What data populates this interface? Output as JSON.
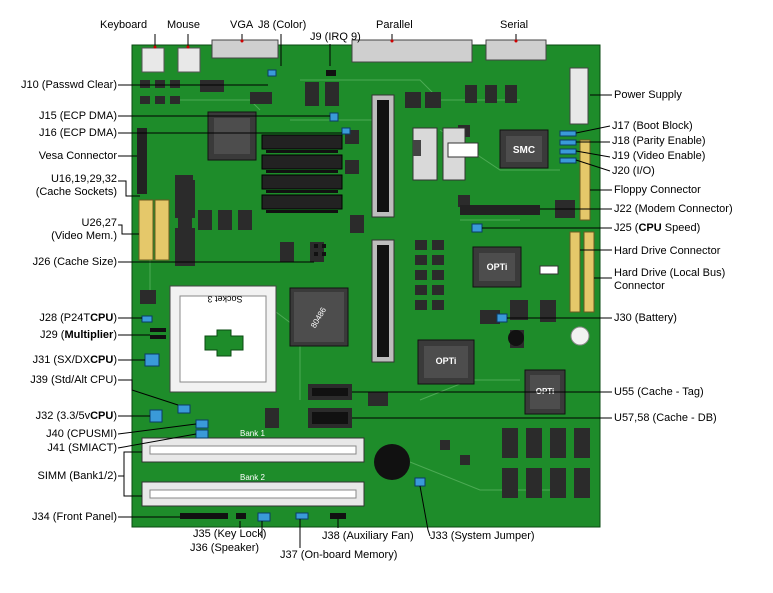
{
  "colors": {
    "board": "#1e8c2a",
    "chip": "#2b2b2b",
    "leader": "#000000",
    "jumper": "#3a9ad9",
    "bullet": "#cc0000",
    "white": "#ffffff"
  },
  "chips": {
    "smc": "SMC",
    "opti": "OPTi",
    "cpu": "80486",
    "socket": "Socket 3"
  },
  "board_text": {
    "bank1": "Bank 1",
    "bank2": "Bank 2"
  },
  "labels": {
    "keyboard": "Keyboard",
    "mouse": "Mouse",
    "vga": "VGA",
    "j8": "J8 (Color)",
    "j9": "J9 (IRQ 9)",
    "parallel": "Parallel",
    "serial": "Serial",
    "j10": "J10 (Passwd Clear)",
    "j15": "J15 (ECP DMA)",
    "j16": "J16 (ECP DMA)",
    "vesa": "Vesa Connector",
    "u16_l1": "U16,19,29,32",
    "u16_l2": "(Cache Sockets)",
    "u26_l1": "U26,27",
    "u26_l2": "(Video Mem.)",
    "j26": "J26 (Cache Size)",
    "j28_pre": "J28 (P24T",
    "j28_cpu": "CPU",
    "j28_post": ")",
    "j29_pre": "J29 (",
    "j29_bold": "Multiplier",
    "j29_post": ")",
    "j31_pre": "J31 (SX/DX",
    "j31_cpu": "CPU",
    "j31_post": ")",
    "j39": "J39 (Std/Alt CPU)",
    "j32_pre": "J32 (3.3/5v",
    "j32_cpu": "CPU",
    "j32_post": ")",
    "j40": "J40 (CPUSMI)",
    "j41": "J41 (SMIACT)",
    "simm": "SIMM (Bank1/2)",
    "j34": "J34 (Front Panel)",
    "j35": "J35 (Key Lock)",
    "j36": "J36 (Speaker)",
    "j37": "J37 (On-board Memory)",
    "j38": "J38 (Auxiliary Fan)",
    "j33": "J33 (System Jumper)",
    "power": "Power Supply",
    "j17": "J17 (Boot Block)",
    "j18": "J18 (Parity Enable)",
    "j19": "J19 (Video Enable)",
    "j20": "J20 (I/O)",
    "floppy": "Floppy Connector",
    "j22": "J22 (Modem Connector)",
    "j25_pre": "J25 (",
    "j25_cpu": "CPU",
    "j25_post": " Speed)",
    "hdd": "Hard Drive Connector",
    "hddlb_l1": "Hard Drive (Local Bus)",
    "hddlb_l2": "Connector",
    "j30": "J30 (Battery)",
    "u55": "U55 (Cache - Tag)",
    "u57": "U57,58 (Cache - DB)"
  }
}
